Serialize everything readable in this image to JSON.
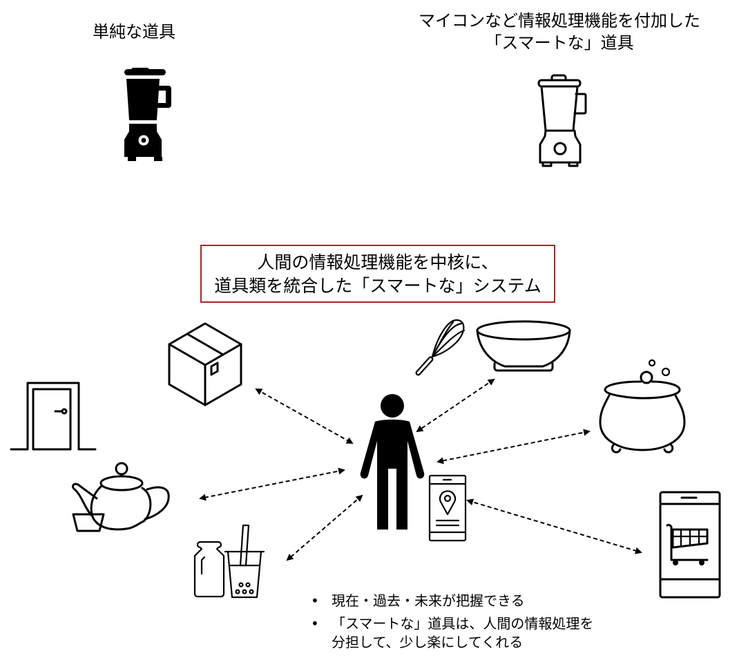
{
  "headings": {
    "simple_tool": "単純な道具",
    "smart_tool_line1": "マイコンなど情報処理機能を付加した",
    "smart_tool_line2": "「スマートな」道具"
  },
  "core_box": {
    "line1": "人間の情報処理機能を中核に、",
    "line2": "道具類を統合した「スマートな」システム",
    "border_color": "#b22222"
  },
  "bullets": {
    "marker": "•",
    "items": [
      {
        "line1": "現在・過去・未来が把握できる"
      },
      {
        "line1": "「スマートな」道具は、人間の情報処理を",
        "line2": "分担して、少し楽にしてくれる"
      }
    ]
  },
  "icons": {
    "simple_blender": "blender-filled-icon",
    "smart_blender": "blender-outline-icon",
    "person": "person-icon",
    "tools": [
      "door-icon",
      "box-icon",
      "whisk-icon",
      "bowl-icon",
      "cauldron-icon",
      "teapot-icon",
      "bottle-icon",
      "bubble-tea-icon",
      "map-phone-icon",
      "shopping-phone-icon"
    ]
  },
  "connections": [
    {
      "from": "person",
      "to": "box",
      "style": "dashed-bidirectional"
    },
    {
      "from": "person",
      "to": "bowl",
      "style": "dashed-bidirectional"
    },
    {
      "from": "person",
      "to": "cauldron",
      "style": "dashed-bidirectional"
    },
    {
      "from": "person",
      "to": "teapot",
      "style": "dashed-bidirectional"
    },
    {
      "from": "person",
      "to": "bubble-tea",
      "style": "dashed-bidirectional"
    },
    {
      "from": "map-phone",
      "to": "shopping-phone",
      "style": "dashed-bidirectional"
    }
  ]
}
